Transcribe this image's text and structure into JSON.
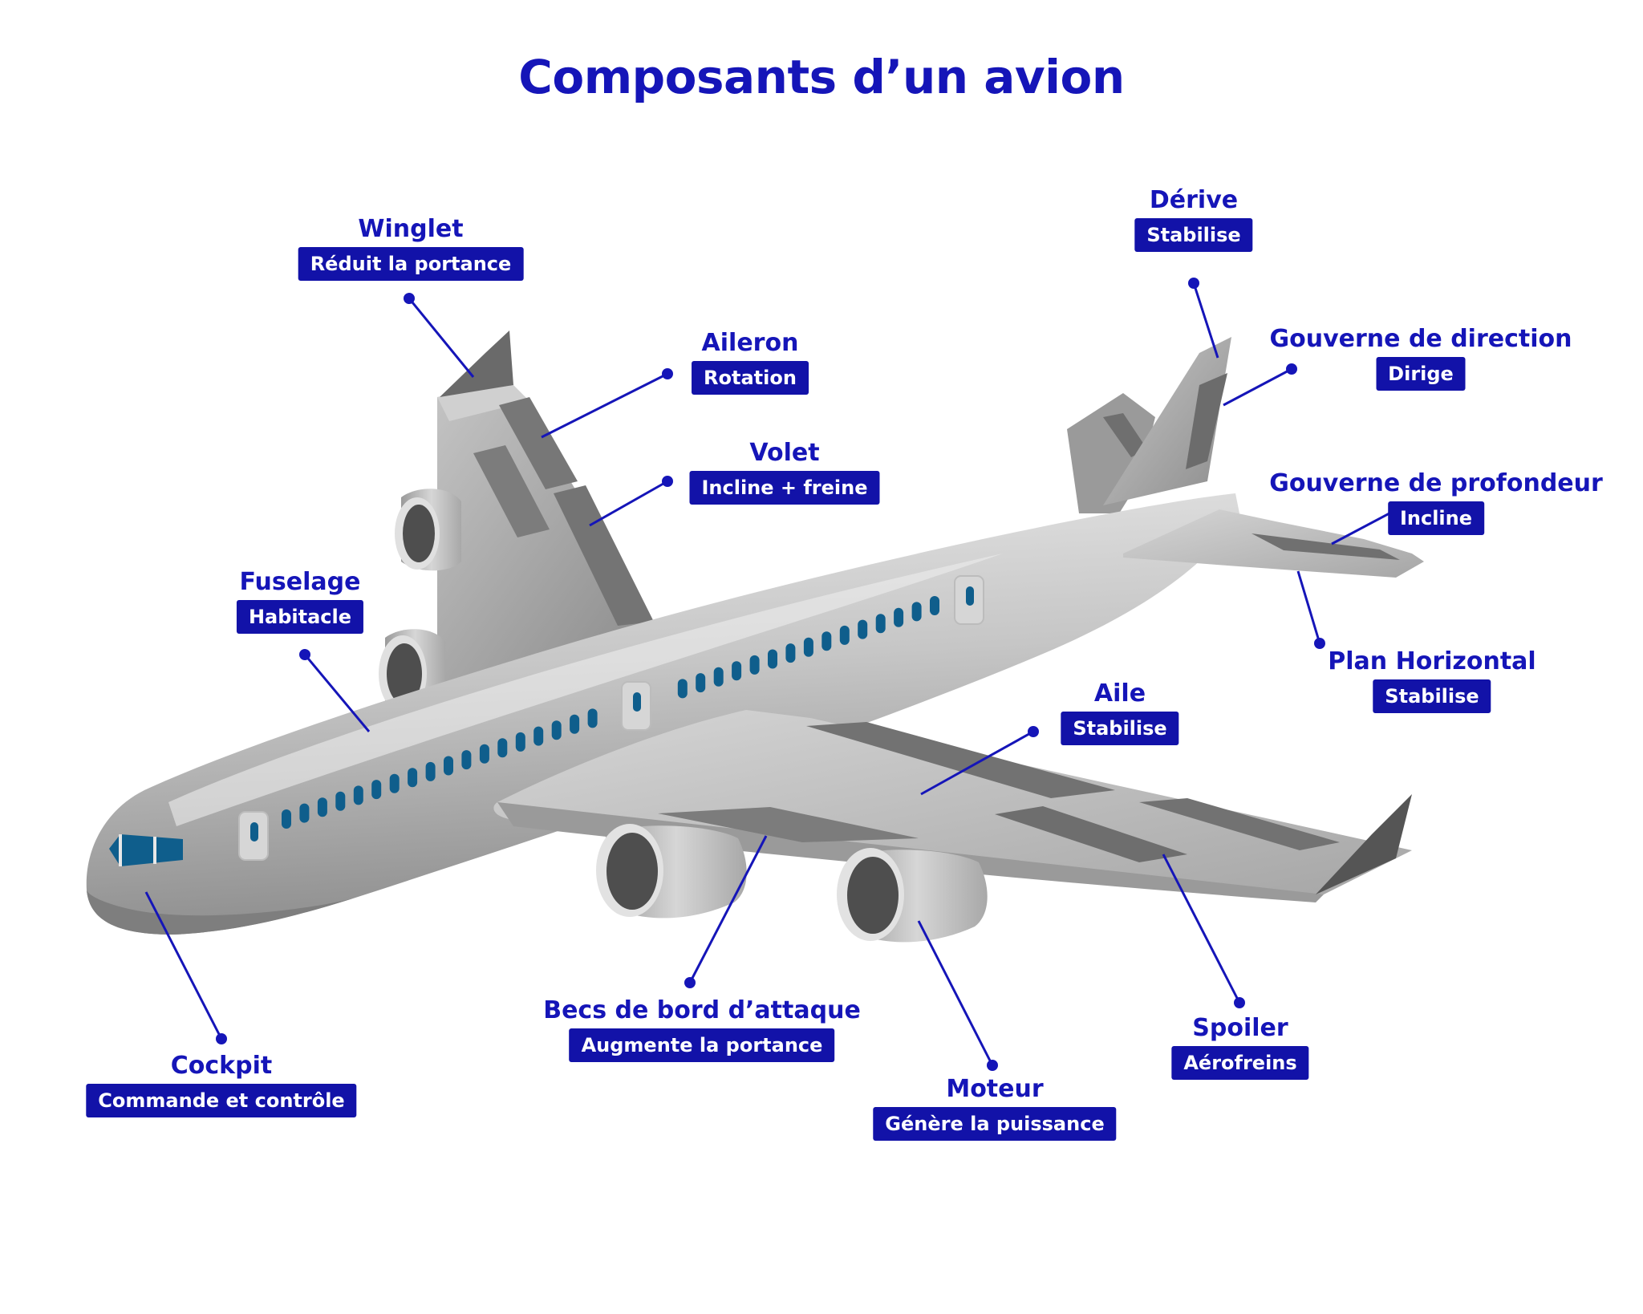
{
  "title": "Composants d’un avion",
  "colors": {
    "accent": "#1515b8",
    "label_bg": "#1212a8",
    "window": "#0f5e8c",
    "body": "#c4c4c4"
  },
  "components": [
    {
      "id": "winglet",
      "name": "Winglet",
      "description": "Réduit la portance"
    },
    {
      "id": "aileron",
      "name": "Aileron",
      "description": "Rotation"
    },
    {
      "id": "volet",
      "name": "Volet",
      "description": "Incline + freine"
    },
    {
      "id": "fuselage",
      "name": "Fuselage",
      "description": "Habitacle"
    },
    {
      "id": "cockpit",
      "name": "Cockpit",
      "description": "Commande et contrôle"
    },
    {
      "id": "becs",
      "name": "Becs de bord d’attaque",
      "description": "Augmente la portance"
    },
    {
      "id": "moteur",
      "name": "Moteur",
      "description": "Génère la puissance"
    },
    {
      "id": "spoiler",
      "name": "Spoiler",
      "description": "Aérofreins"
    },
    {
      "id": "aile",
      "name": "Aile",
      "description": "Stabilise"
    },
    {
      "id": "derive",
      "name": "Dérive",
      "description": "Stabilise"
    },
    {
      "id": "gouverne-direction",
      "name": "Gouverne de direction",
      "description": "Dirige"
    },
    {
      "id": "gouverne-profondeur",
      "name": "Gouverne de profondeur",
      "description": "Incline"
    },
    {
      "id": "plan-horizontal",
      "name": "Plan Horizontal",
      "description": "Stabilise"
    }
  ]
}
